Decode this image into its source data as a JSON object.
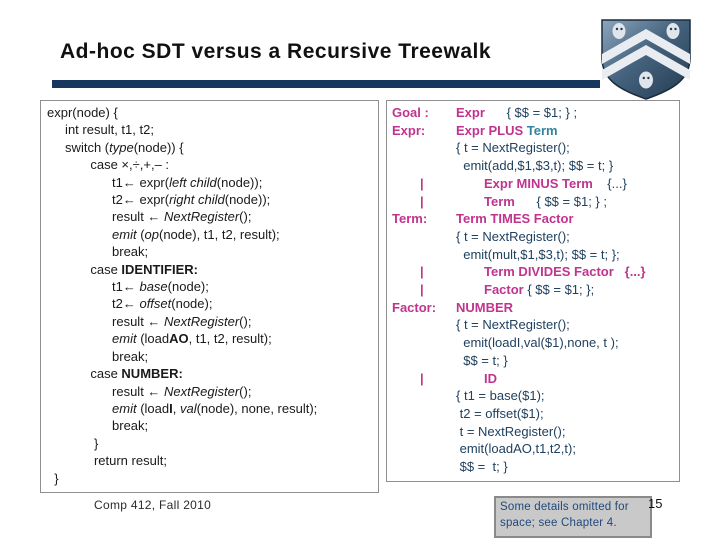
{
  "title": "Ad-hoc SDT versus a Recursive Treewalk",
  "colors": {
    "magenta": "#c0338e",
    "navy": "#20415f",
    "teal": "#31849b",
    "bar": "#17375e",
    "note": "#1f497d"
  },
  "logo": {
    "name": "rice-university-shield"
  },
  "left_code": {
    "lines": [
      [
        {
          "t": "expr(node) {",
          "s": "n"
        }
      ],
      [
        {
          "t": "     int result, t1, t2;",
          "s": "n"
        }
      ],
      [
        {
          "t": "     switch (",
          "s": "n"
        },
        {
          "t": "type",
          "s": "i"
        },
        {
          "t": "(node)) {",
          "s": "n"
        }
      ],
      [
        {
          "t": "            case ×,÷,+,– :",
          "s": "n"
        }
      ],
      [
        {
          "t": "                  t1← expr(",
          "s": "n"
        },
        {
          "t": "left child",
          "s": "i"
        },
        {
          "t": "(node));",
          "s": "n"
        }
      ],
      [
        {
          "t": "                  t2← expr(",
          "s": "n"
        },
        {
          "t": "right child",
          "s": "i"
        },
        {
          "t": "(node));",
          "s": "n"
        }
      ],
      [
        {
          "t": "                  result ← ",
          "s": "n"
        },
        {
          "t": "NextRegister",
          "s": "i"
        },
        {
          "t": "();",
          "s": "n"
        }
      ],
      [
        {
          "t": "                  ",
          "s": "n"
        },
        {
          "t": "emit",
          "s": "i"
        },
        {
          "t": " (",
          "s": "n"
        },
        {
          "t": "op",
          "s": "i"
        },
        {
          "t": "(node), t1, t2, result);",
          "s": "n"
        }
      ],
      [
        {
          "t": "                  break;",
          "s": "n"
        }
      ],
      [
        {
          "t": "            case ",
          "s": "n"
        },
        {
          "t": "IDENTIFIER:",
          "s": "b"
        }
      ],
      [
        {
          "t": "                  t1← ",
          "s": "n"
        },
        {
          "t": "base",
          "s": "i"
        },
        {
          "t": "(node);",
          "s": "n"
        }
      ],
      [
        {
          "t": "                  t2← ",
          "s": "n"
        },
        {
          "t": "offset",
          "s": "i"
        },
        {
          "t": "(node);",
          "s": "n"
        }
      ],
      [
        {
          "t": "                  result ← ",
          "s": "n"
        },
        {
          "t": "NextRegister",
          "s": "i"
        },
        {
          "t": "();",
          "s": "n"
        }
      ],
      [
        {
          "t": "                  ",
          "s": "n"
        },
        {
          "t": "emit",
          "s": "i"
        },
        {
          "t": " (load",
          "s": "n"
        },
        {
          "t": "AO",
          "s": "b"
        },
        {
          "t": ", t1, t2, result);",
          "s": "n"
        }
      ],
      [
        {
          "t": "                  break;",
          "s": "n"
        }
      ],
      [
        {
          "t": "            case ",
          "s": "n"
        },
        {
          "t": "NUMBER:",
          "s": "b"
        }
      ],
      [
        {
          "t": "                  result ← ",
          "s": "n"
        },
        {
          "t": "NextRegister",
          "s": "i"
        },
        {
          "t": "();",
          "s": "n"
        }
      ],
      [
        {
          "t": "                  ",
          "s": "n"
        },
        {
          "t": "emit",
          "s": "i"
        },
        {
          "t": " (load",
          "s": "n"
        },
        {
          "t": "I",
          "s": "b"
        },
        {
          "t": ", ",
          "s": "n"
        },
        {
          "t": "val",
          "s": "i"
        },
        {
          "t": "(node), none, result);",
          "s": "n"
        }
      ],
      [
        {
          "t": "                  break;",
          "s": "n"
        }
      ],
      [
        {
          "t": "             }",
          "s": "n"
        }
      ],
      [
        {
          "t": "             return result;",
          "s": "n"
        }
      ],
      [
        {
          "t": "  }",
          "s": "n"
        }
      ]
    ]
  },
  "right_grammar": {
    "rows": [
      {
        "label": "Goal :",
        "segs": [
          {
            "t": "Expr      ",
            "c": "m"
          },
          {
            "t": "{ $$ = $1; } ;",
            "c": "b"
          }
        ]
      },
      {
        "label": "Expr:",
        "segs": [
          {
            "t": "Expr PLUS ",
            "c": "m"
          },
          {
            "t": "Term",
            "c": "t"
          }
        ]
      },
      {
        "label": "",
        "segs": [
          {
            "t": "{ t = NextRegister();",
            "c": "b"
          }
        ]
      },
      {
        "label": "",
        "segs": [
          {
            "t": "  emit(add,$1,$3,t); $$ = t; }",
            "c": "b"
          }
        ]
      },
      {
        "label": "|",
        "segs": [
          {
            "t": "Expr MINUS Term",
            "c": "m"
          },
          {
            "t": "    {...}",
            "c": "b"
          }
        ]
      },
      {
        "label": "|",
        "segs": [
          {
            "t": "Term",
            "c": "m"
          },
          {
            "t": "      { $$ = $1; } ;",
            "c": "b"
          }
        ]
      },
      {
        "label": "Term:",
        "segs": [
          {
            "t": "Term TIMES Factor",
            "c": "m"
          }
        ]
      },
      {
        "label": "",
        "segs": [
          {
            "t": "{ t = NextRegister();",
            "c": "b"
          }
        ]
      },
      {
        "label": "",
        "segs": [
          {
            "t": "  emit(mult,$1,$3,t); $$ = t; };",
            "c": "b"
          }
        ]
      },
      {
        "label": "|",
        "segs": [
          {
            "t": "Term DIVIDES Factor",
            "c": "m"
          },
          {
            "t": "   {...}",
            "c": "m"
          }
        ]
      },
      {
        "label": "|",
        "segs": [
          {
            "t": "Factor",
            "c": "m"
          },
          {
            "t": " { $$ = $1; };",
            "c": "b"
          }
        ]
      },
      {
        "label": "Factor:",
        "segs": [
          {
            "t": "NUMBER",
            "c": "m"
          }
        ]
      },
      {
        "label": "",
        "segs": [
          {
            "t": "{ t = NextRegister();",
            "c": "b"
          }
        ]
      },
      {
        "label": "",
        "segs": [
          {
            "t": "  emit(loadI,val($1),none, t );",
            "c": "b"
          }
        ]
      },
      {
        "label": "",
        "segs": [
          {
            "t": "  $$ = t; }",
            "c": "b"
          }
        ]
      },
      {
        "label": "|",
        "segs": [
          {
            "t": "ID",
            "c": "m"
          }
        ]
      },
      {
        "label": "",
        "segs": [
          {
            "t": "{ t1 = base($1);",
            "c": "b"
          }
        ]
      },
      {
        "label": "",
        "segs": [
          {
            "t": " t2 = offset($1);",
            "c": "b"
          }
        ]
      },
      {
        "label": "",
        "segs": [
          {
            "t": " t = NextRegister();",
            "c": "b"
          }
        ]
      },
      {
        "label": "",
        "segs": [
          {
            "t": " emit(loadAO,t1,t2,t);",
            "c": "b"
          }
        ]
      },
      {
        "label": "",
        "segs": [
          {
            "t": " $$ =  t; }",
            "c": "b"
          }
        ]
      }
    ]
  },
  "footer": {
    "course": "Comp 412, Fall 2010",
    "note": "Some details omitted for space; see Chapter 4.",
    "page": "15"
  }
}
